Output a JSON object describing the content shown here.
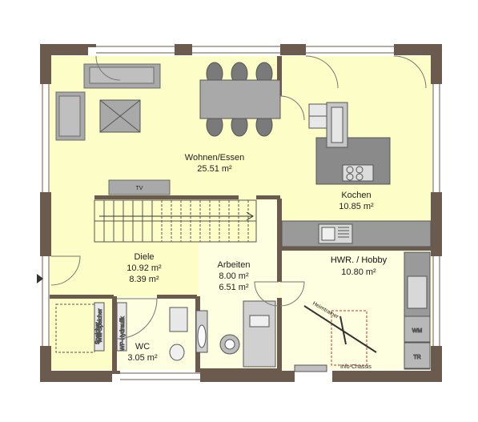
{
  "rooms": {
    "wohnen": {
      "name": "Wohnen/Essen",
      "area": "25.51 m²"
    },
    "kochen": {
      "name": "Kochen",
      "area": "10.85 m²"
    },
    "diele": {
      "name": "Diele",
      "area1": "10.92 m²",
      "area2": "8.39 m²"
    },
    "arbeiten": {
      "name": "Arbeiten",
      "area1": "8.00 m²",
      "area2": "6.51 m²"
    },
    "hwr": {
      "name": "HWR. / Hobby",
      "area": "10.80 m²"
    },
    "wc": {
      "name": "WC",
      "area": "3.05 m²"
    }
  },
  "labels": {
    "tv": "TV",
    "wm": "WM",
    "tr": "TR",
    "wm_speicher": "WM-Speicher",
    "wp_hydraulik": "WP-Hydraulik",
    "spezial": "Speicher",
    "heimtrainer": "Heimtrainer",
    "eingang": "Info-Chassis"
  },
  "colors": {
    "wall": "#6b5a4e",
    "floor_warm": "#fdfdc8",
    "floor_light": "#fefee0",
    "furniture": "#a9a9a9",
    "furniture_dark": "#7a7a7a",
    "guide_red": "#d03030"
  }
}
